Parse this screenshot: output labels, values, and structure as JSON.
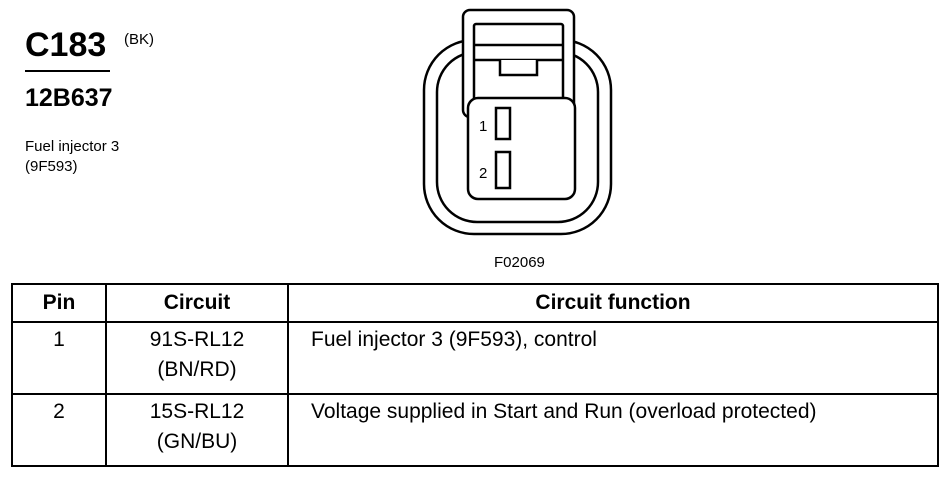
{
  "header": {
    "connector_id": "C183",
    "color_code": "(BK)",
    "part_number": "12B637",
    "description_lines": [
      "Fuel injector 3",
      "(9F593)"
    ]
  },
  "diagram": {
    "figure_id": "F02069",
    "pin_labels": [
      "1",
      "2"
    ]
  },
  "table": {
    "headers": [
      "Pin",
      "Circuit",
      "Circuit function"
    ],
    "rows": [
      {
        "pin": "1",
        "circuit_lines": [
          "91S-RL12",
          "(BN/RD)"
        ],
        "function": "Fuel injector 3 (9F593), control"
      },
      {
        "pin": "2",
        "circuit_lines": [
          "15S-RL12",
          "(GN/BU)"
        ],
        "function": "Voltage supplied in Start and Run (overload protected)"
      }
    ]
  }
}
